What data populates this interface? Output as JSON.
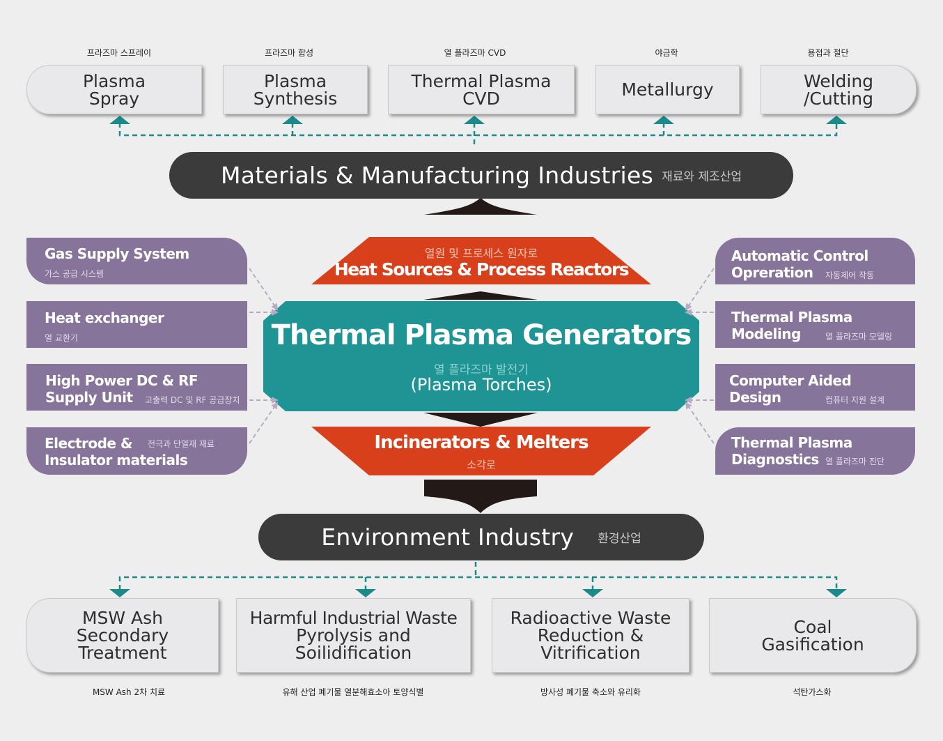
{
  "top": {
    "items": [
      {
        "ko": "프라즈마 스프레이",
        "en1": "Plasma",
        "en2": "Spray"
      },
      {
        "ko": "프라즈마 합성",
        "en1": "Plasma",
        "en2": "Synthesis"
      },
      {
        "ko": "열 플라즈마 CVD",
        "en1": "Thermal Plasma",
        "en2": "CVD"
      },
      {
        "ko": "야금학",
        "en1": "Metallurgy",
        "en2": ""
      },
      {
        "ko": "용접과 절단",
        "en1": "Welding",
        "en2": "/Cutting"
      }
    ],
    "bar_en": "Materials & Manufacturing Industries",
    "bar_ko": "재료와 제조산업"
  },
  "heat": {
    "ko": "열원 및 프로세스 원자로",
    "en": "Heat Sources & Process Reactors"
  },
  "center": {
    "title": "Thermal Plasma Generators",
    "ko": "열 플라즈마 발전기",
    "sub": "(Plasma Torches)"
  },
  "incin": {
    "en": "Incinerators & Melters",
    "ko": "소각로"
  },
  "left": [
    {
      "t1": "Gas Supply System",
      "t2": "",
      "ko": "가스 공급 시스템"
    },
    {
      "t1": "Heat exchanger",
      "t2": "",
      "ko": "열 교환기"
    },
    {
      "t1": "High Power DC & RF",
      "t2": "Supply Unit",
      "ko": "고출력 DC 및 RF 공급장치"
    },
    {
      "t1": "Electrode &",
      "t2": "Insulator materials",
      "ko": "전극과 단열재 재료"
    }
  ],
  "right": [
    {
      "t1": "Automatic  Control",
      "t2": "Opreration",
      "ko": "자동제어 작동"
    },
    {
      "t1": "Thermal Plasma",
      "t2": "Modeling",
      "ko": "열 플라즈마 모델링"
    },
    {
      "t1": "Computer Aided",
      "t2": "Design",
      "ko": "컴퓨터 지원 설계"
    },
    {
      "t1": "Thermal Plasma",
      "t2": "Diagnostics",
      "ko": "열 플라즈마 진단"
    }
  ],
  "env": {
    "en": "Environment Industry",
    "ko": "환경산업"
  },
  "bottom": {
    "items": [
      {
        "l1": "MSW Ash",
        "l2": "Secondary",
        "l3": "Treatment",
        "ko": "MSW Ash 2차 치료"
      },
      {
        "l1": "Harmful Industrial Waste",
        "l2": "Pyrolysis and",
        "l3": "Soilidification",
        "ko": "유해 산업 폐기물 열분해효소아 토양식별"
      },
      {
        "l1": "Radioactive Waste",
        "l2": "Reduction &",
        "l3": "Vitrification",
        "ko": "방사성 폐기물 축소와 유리화"
      },
      {
        "l1": "Coal",
        "l2": "Gasification",
        "l3": "",
        "ko": "석탄가스화"
      }
    ]
  },
  "colors": {
    "teal": "#1f9494",
    "orange": "#d8401c",
    "purple": "#86749a",
    "dark": "#3b3b3b",
    "arrow": "#1a8a8a"
  }
}
